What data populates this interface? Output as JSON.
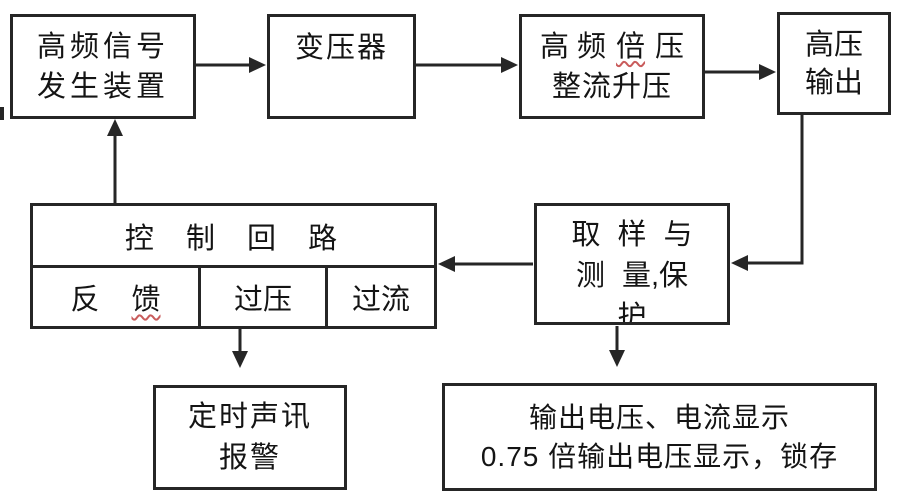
{
  "boxes": {
    "signal_generator": {
      "line1": "高频信号",
      "line2": "发生装置"
    },
    "transformer": {
      "label": "变压器"
    },
    "voltage_doubler": {
      "line1_part1": "高 频",
      "line1_flagged": "倍",
      "line1_part2": "压",
      "line2": "整流升压"
    },
    "hv_output": {
      "line1": "高压",
      "line2": "输出"
    },
    "control_loop": {
      "title": "控 制 回 路",
      "feedback_part1": "反",
      "feedback_flagged": "馈",
      "overvoltage": "过压",
      "overcurrent": "过流"
    },
    "sampling": {
      "line1": "取 样 与",
      "line2": "测 量,保",
      "line3_clipped": "护"
    },
    "alarm": {
      "line1": "定时声讯",
      "line2": "报警"
    },
    "display": {
      "line1": "输出电压、电流显示",
      "line2": "0.75 倍输出电压显示，锁存"
    }
  },
  "connectors": [
    {
      "from": "signal_generator",
      "to": "transformer"
    },
    {
      "from": "transformer",
      "to": "voltage_doubler"
    },
    {
      "from": "voltage_doubler",
      "to": "hv_output"
    },
    {
      "from": "hv_output",
      "to": "sampling"
    },
    {
      "from": "sampling",
      "to": "control_loop"
    },
    {
      "from": "control_loop",
      "to": "signal_generator"
    },
    {
      "from": "control_loop_overvoltage",
      "to": "alarm"
    },
    {
      "from": "sampling",
      "to": "display"
    }
  ],
  "colors": {
    "line": "#262626",
    "text": "#141414",
    "spellcheck_underline": "#c95c5c",
    "background": "#ffffff"
  }
}
